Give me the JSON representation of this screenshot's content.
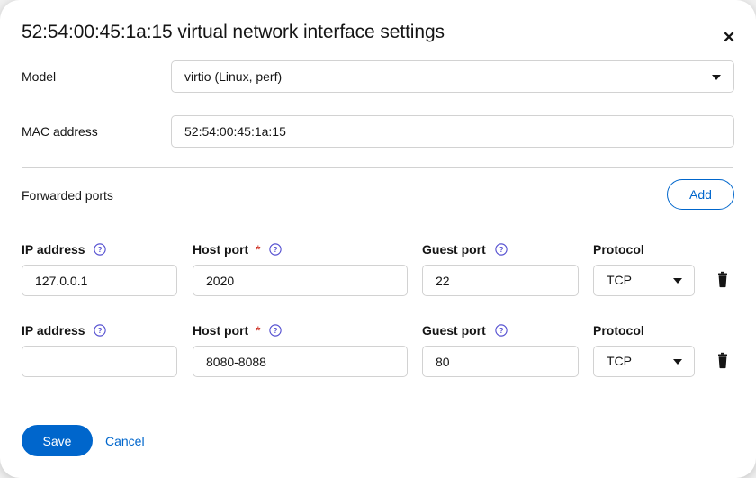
{
  "dialog": {
    "title": "52:54:00:45:1a:15 virtual network interface settings",
    "close_icon": "close-icon"
  },
  "form": {
    "model": {
      "label": "Model",
      "value": "virtio (Linux, perf)",
      "caret_icon": "chevron-down-icon"
    },
    "mac": {
      "label": "MAC address",
      "value": "52:54:00:45:1a:15"
    }
  },
  "forwarded_ports": {
    "label": "Forwarded ports",
    "add_label": "Add",
    "columns": {
      "ip": "IP address",
      "host": "Host port",
      "guest": "Guest port",
      "protocol": "Protocol"
    },
    "required_marker": "*",
    "help_icon": "help-circle-icon",
    "delete_icon": "trash-icon",
    "rows": [
      {
        "ip": "127.0.0.1",
        "host": "2020",
        "guest": "22",
        "protocol": "TCP"
      },
      {
        "ip": "",
        "host": "8080-8088",
        "guest": "80",
        "protocol": "TCP"
      }
    ]
  },
  "footer": {
    "save_label": "Save",
    "cancel_label": "Cancel"
  },
  "colors": {
    "primary": "#0066cc",
    "required": "#c9190b",
    "help": "#5752d1",
    "text": "#151515",
    "border": "#d2d2d2"
  }
}
